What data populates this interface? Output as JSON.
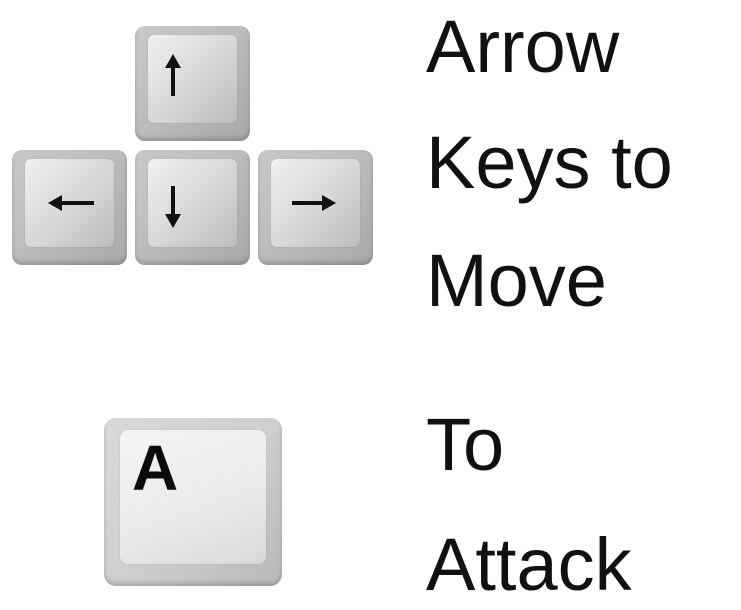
{
  "move_instruction": {
    "line1": "Arrow",
    "line2": "Keys to",
    "line3": "Move"
  },
  "attack_instruction": {
    "line1": "To",
    "line2": "Attack",
    "key_letter": "A"
  },
  "arrow_keys": [
    {
      "name": "up",
      "icon": "arrow-up-icon"
    },
    {
      "name": "left",
      "icon": "arrow-left-icon"
    },
    {
      "name": "down",
      "icon": "arrow-down-icon"
    },
    {
      "name": "right",
      "icon": "arrow-right-icon"
    }
  ],
  "colors": {
    "text": "#111111",
    "key_face": "#d6d6d6"
  }
}
